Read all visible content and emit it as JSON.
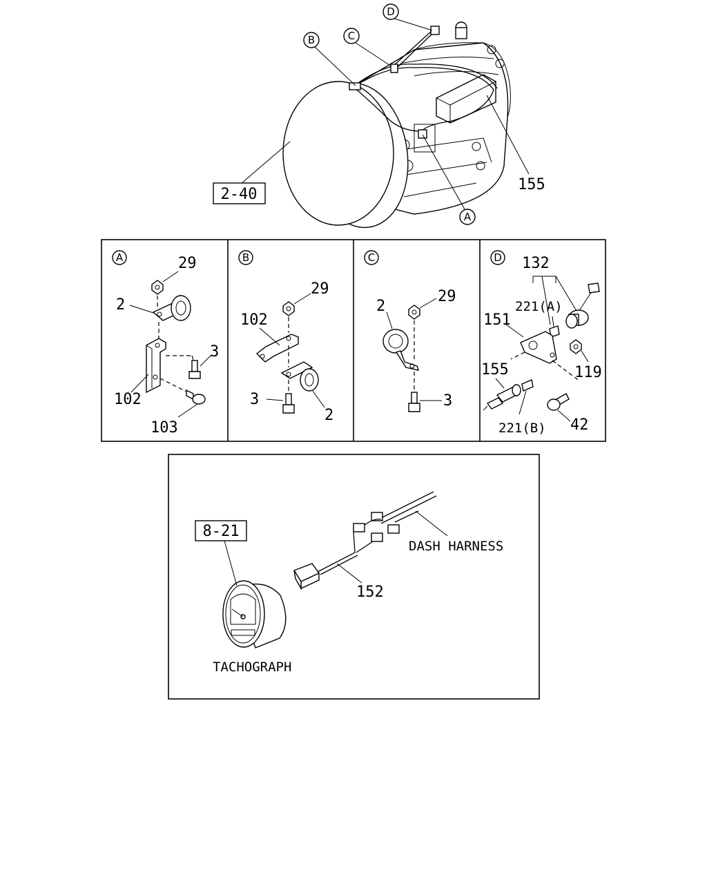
{
  "refs": {
    "transmission": "2-40",
    "tachograph": "8-21"
  },
  "main_callouts": {
    "a": "A",
    "b": "B",
    "c": "C",
    "d": "D",
    "sensor": "155"
  },
  "panel_a": {
    "letter": "A",
    "labels": {
      "nut": "29",
      "clip": "2",
      "screw": "3",
      "bracket": "102",
      "bolt": "103"
    }
  },
  "panel_b": {
    "letter": "B",
    "labels": {
      "nut": "29",
      "bracket": "102",
      "screw": "3",
      "clip": "2"
    }
  },
  "panel_c": {
    "letter": "C",
    "labels": {
      "clip": "2",
      "nut": "29",
      "screw": "3"
    }
  },
  "panel_d": {
    "letter": "D",
    "labels": {
      "assembly": "132",
      "pin_a": "221(A)",
      "plate": "151",
      "sensor": "155",
      "nut": "119",
      "pin_b": "221(B)",
      "bolt": "42"
    }
  },
  "lower": {
    "harness": "DASH HARNESS",
    "harness_part": "152",
    "tachograph": "TACHOGRAPH"
  }
}
